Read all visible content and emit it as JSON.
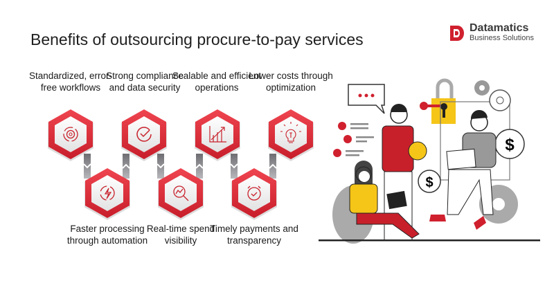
{
  "title": "Benefits of outsourcing procure-to-pay services",
  "logo": {
    "name": "Datamatics",
    "subtitle": "Business Solutions",
    "brand_color": "#d0202e"
  },
  "benefits": [
    {
      "label": "Standardized, error-free workflows",
      "icon": "gear-cycle-icon",
      "row": "top"
    },
    {
      "label": "Faster processing through automation",
      "icon": "lightning-cycle-icon",
      "row": "bottom"
    },
    {
      "label": "Strong compliance and data security",
      "icon": "checkmark-icon",
      "row": "top"
    },
    {
      "label": "Real-time spend visibility",
      "icon": "magnifier-chart-icon",
      "row": "bottom"
    },
    {
      "label": "Scalable and efficient operations",
      "icon": "growth-chart-icon",
      "row": "top"
    },
    {
      "label": "Timely payments and transparency",
      "icon": "alarm-clock-check-icon",
      "row": "bottom"
    },
    {
      "label": "Lower costs through optimization",
      "icon": "lightbulb-icon",
      "row": "top"
    }
  ],
  "colors": {
    "hex_red": "#e0313c",
    "hex_inner": "#ececec",
    "connector": "#8a8a8e",
    "accent_yellow": "#f5c518"
  }
}
